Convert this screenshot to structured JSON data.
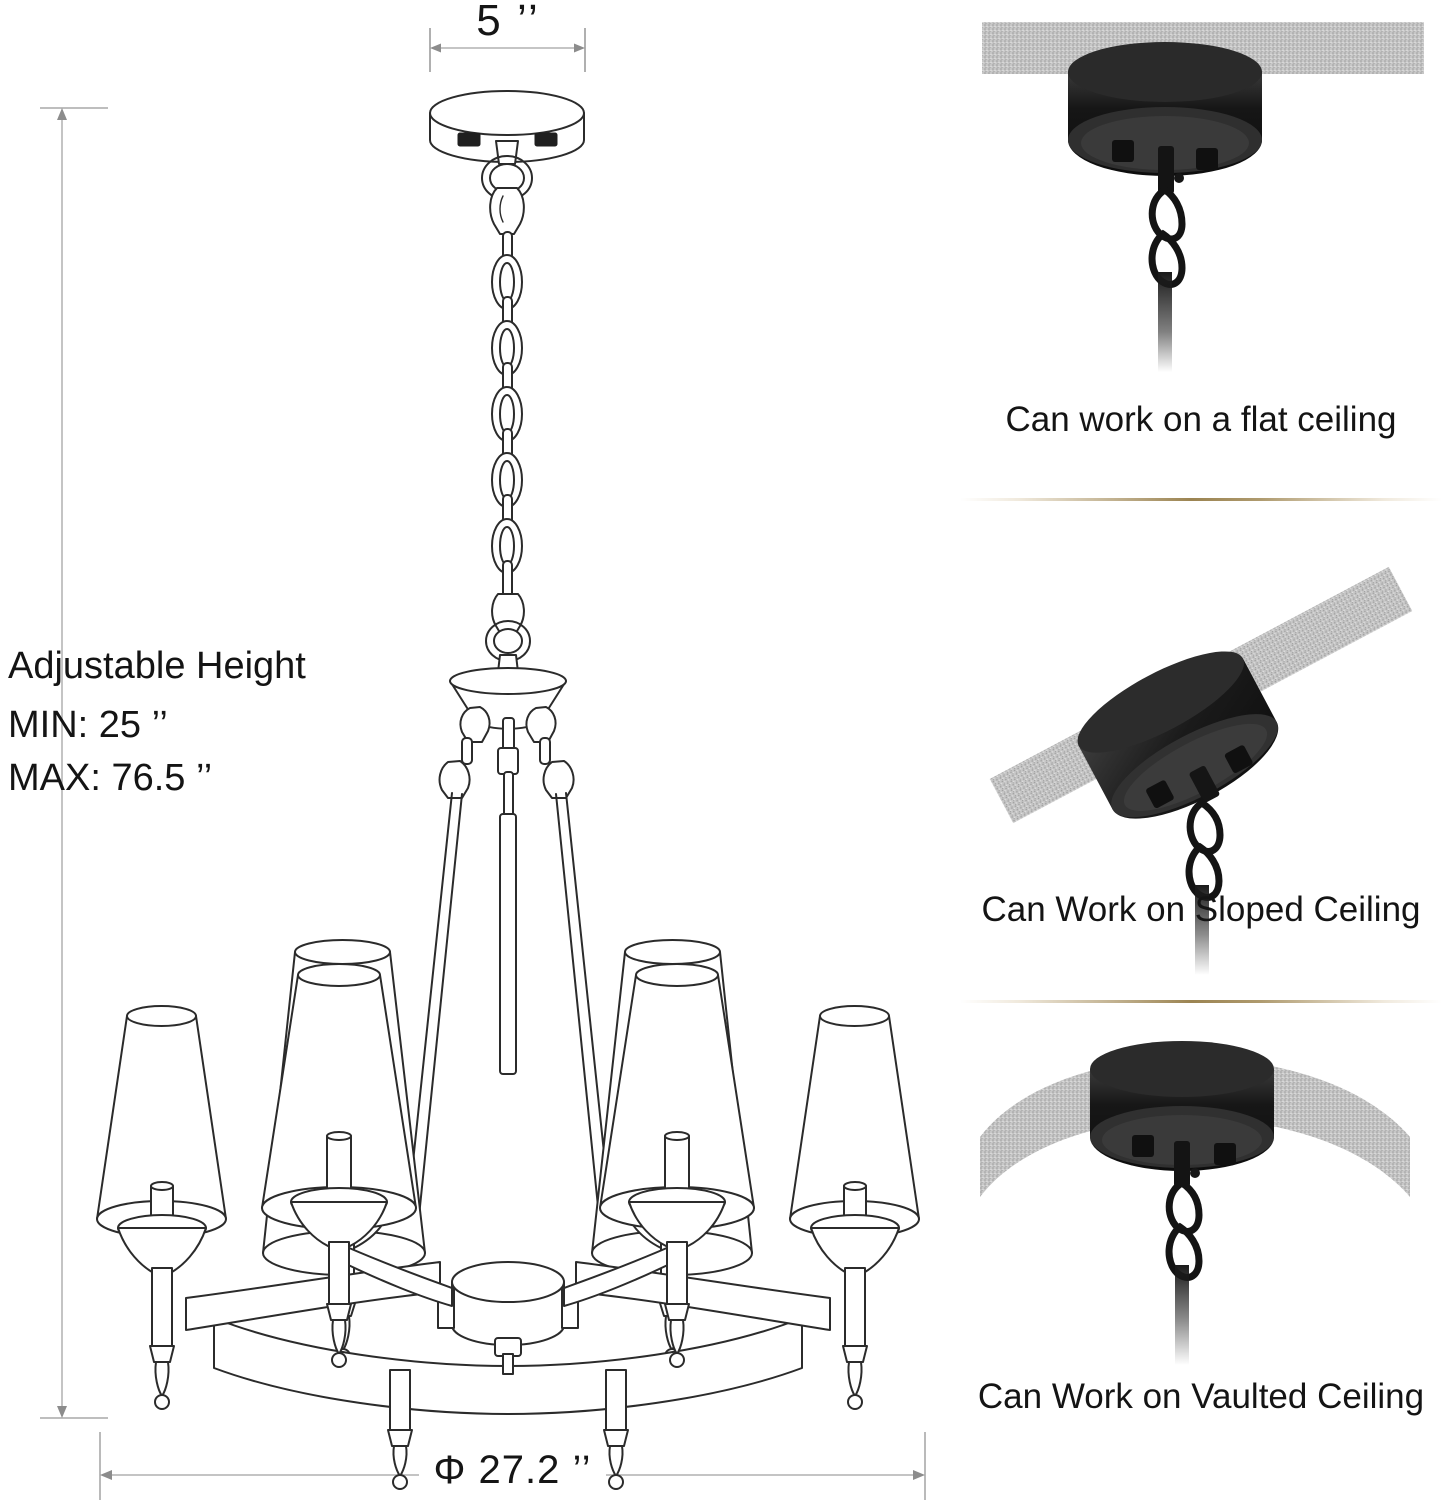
{
  "dimensions": {
    "canopy_width_label": "5 ’’",
    "diameter_label": "Φ 27.2 ’’",
    "adjustable_title": "Adjustable Height",
    "min_label": "MIN:  25 ’’",
    "max_label": "MAX: 76.5 ’’"
  },
  "mounting": {
    "flat": {
      "caption": "Can work on a flat ceiling"
    },
    "sloped": {
      "caption": "Can Work on Sloped Ceiling"
    },
    "vaulted": {
      "caption": "Can Work on Vaulted Ceiling"
    }
  },
  "colors": {
    "line": "#2b2b2b",
    "dimension_line": "#a8a8a8",
    "divider": "#967d48",
    "metal": "#1c1c1c",
    "ceiling": "#c9c9c9",
    "background": "#ffffff"
  },
  "product": {
    "shade_count": 6,
    "finial_count": 6
  }
}
